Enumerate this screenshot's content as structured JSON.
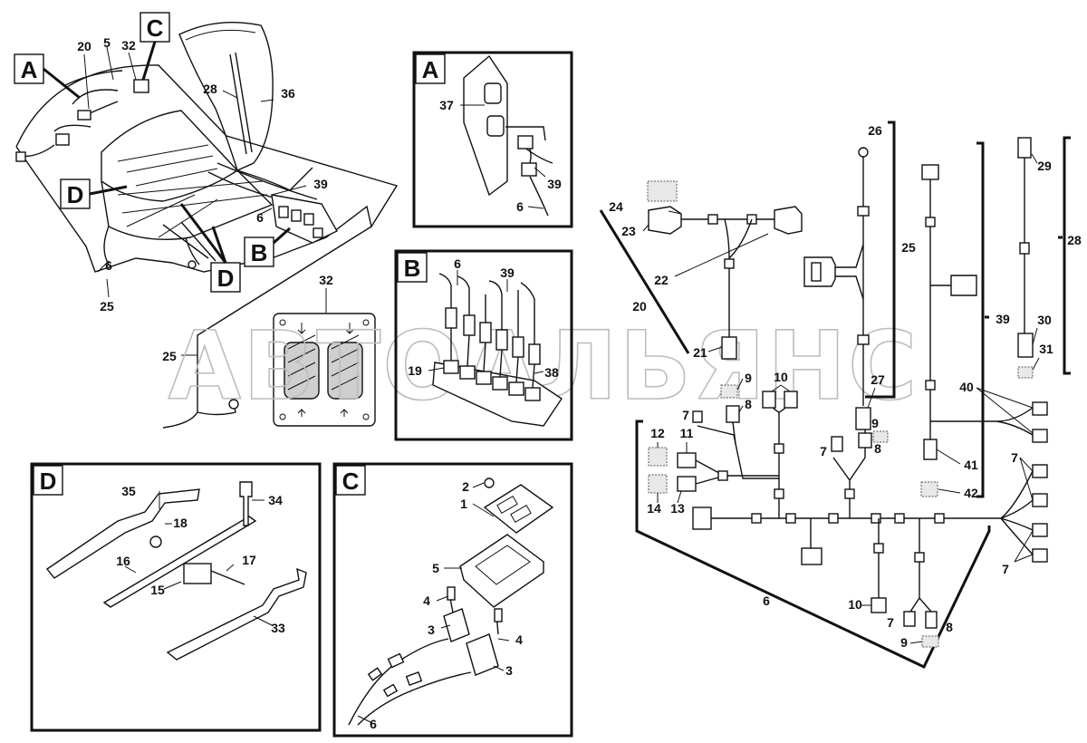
{
  "watermark": "АВТОАЛЬЯНС",
  "letters": [
    "A",
    "B",
    "C",
    "D"
  ],
  "overview": {
    "label_A": "A",
    "label_B": "B",
    "label_C": "C",
    "label_D1": "D",
    "label_D2": "D",
    "callouts": [
      "20",
      "5",
      "32",
      "28",
      "36",
      "39",
      "6",
      "6",
      "25",
      "25"
    ]
  },
  "inset_A": {
    "letter": "A",
    "callouts": [
      "37",
      "39",
      "6"
    ]
  },
  "inset_B": {
    "letter": "B",
    "callouts": [
      "6",
      "39",
      "19",
      "38"
    ]
  },
  "inset_C": {
    "letter": "C",
    "callouts": [
      "2",
      "1",
      "5",
      "4",
      "3",
      "4",
      "3",
      "6"
    ]
  },
  "inset_D": {
    "letter": "D",
    "callouts": [
      "35",
      "34",
      "18",
      "16",
      "17",
      "15",
      "33"
    ]
  },
  "switch_32": {
    "callout": "32"
  },
  "harness": {
    "callouts": [
      "24",
      "23",
      "22",
      "20",
      "21",
      "26",
      "25",
      "29",
      "28",
      "39",
      "30",
      "31",
      "40",
      "9",
      "8",
      "10",
      "27",
      "9",
      "7",
      "8",
      "7",
      "12",
      "11",
      "14",
      "13",
      "41",
      "42",
      "7",
      "7",
      "6",
      "10",
      "7",
      "8",
      "9"
    ]
  }
}
